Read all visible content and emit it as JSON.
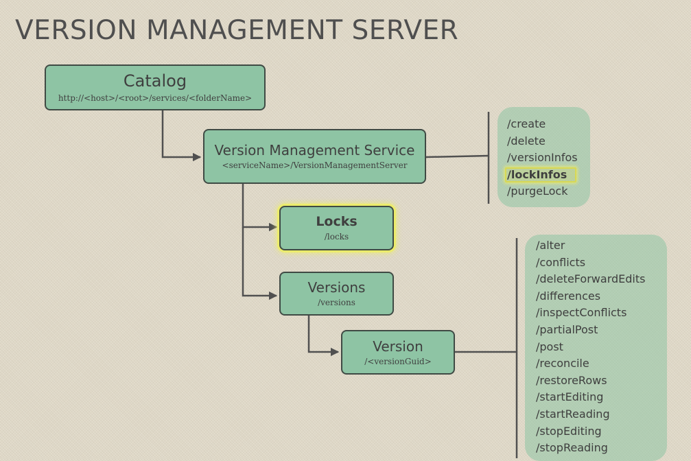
{
  "title": "VERSION MANAGEMENT SERVER",
  "nodes": {
    "catalog": {
      "label": "Catalog",
      "sub": "http://<host>/<root>/services/<folderName>"
    },
    "vms": {
      "label": "Version Management Service",
      "sub": "<serviceName>/VersionManagementServer"
    },
    "locks": {
      "label": "Locks",
      "sub": "/locks"
    },
    "versions": {
      "label": "Versions",
      "sub": "/versions"
    },
    "version": {
      "label": "Version",
      "sub": "/<versionGuid>"
    }
  },
  "vms_operations": [
    "/create",
    "/delete",
    "/versionInfos",
    "/lockInfos",
    "/purgeLock"
  ],
  "highlighted_operation": "/lockInfos",
  "version_operations": [
    "/alter",
    "/conflicts",
    "/deleteForwardEdits",
    "/differences",
    "/inspectConflicts",
    "/partialPost",
    "/post",
    "/reconcile",
    "/restoreRows",
    "/startEditing",
    "/startReading",
    "/stopEditing",
    "/stopReading"
  ],
  "colors": {
    "box_fill": "#8ec4a4",
    "box_border": "#3f4a44",
    "connector": "#505050",
    "highlight": "#ecec6c",
    "background": "#e3dccb"
  }
}
